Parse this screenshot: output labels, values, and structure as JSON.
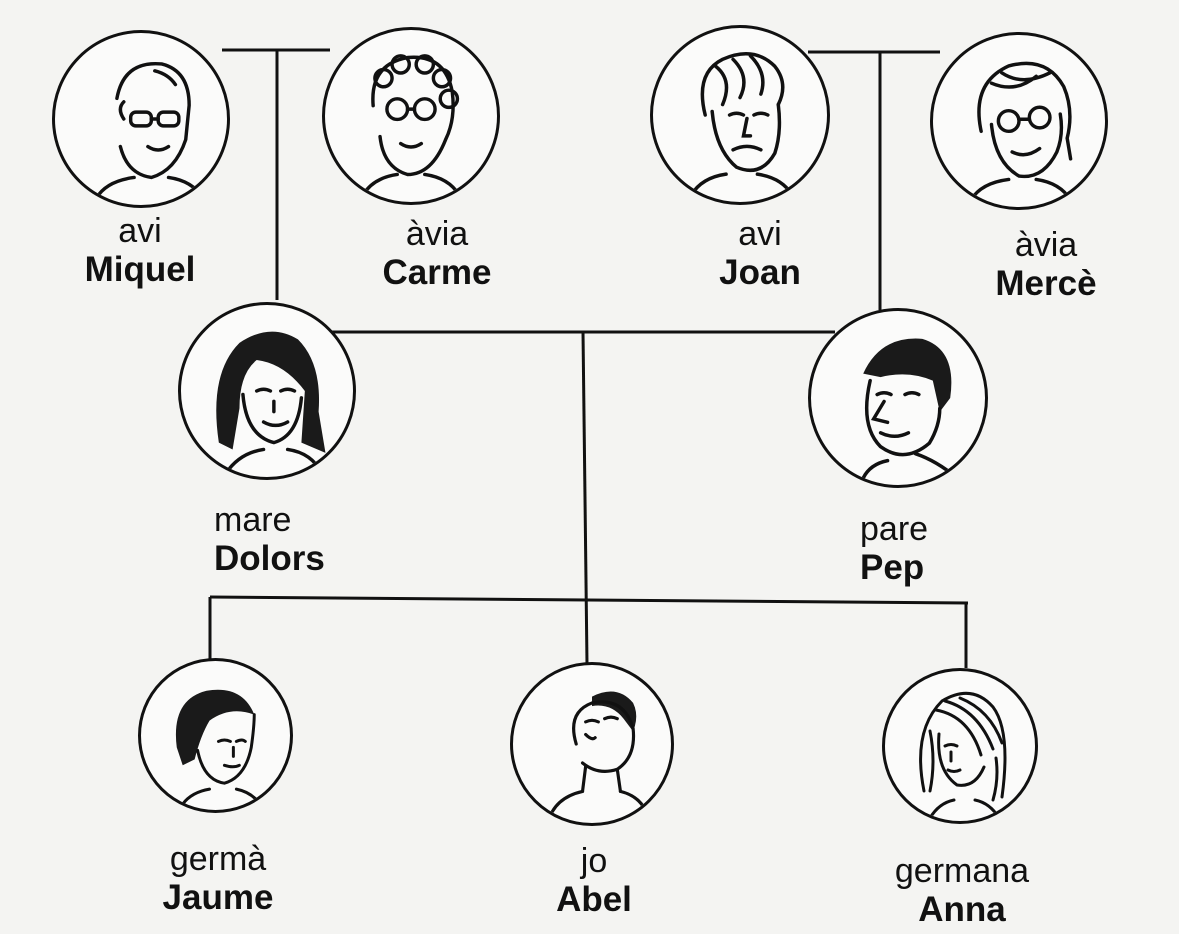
{
  "family_tree": {
    "grandparents": [
      {
        "role": "avi",
        "name": "Miquel",
        "icon": "bald-grandfather-with-glasses-portrait-icon"
      },
      {
        "role": "àvia",
        "name": "Carme",
        "icon": "curly-haired-grandmother-with-glasses-portrait-icon"
      },
      {
        "role": "avi",
        "name": "Joan",
        "icon": "grey-haired-grandfather-portrait-icon"
      },
      {
        "role": "àvia",
        "name": "Mercè",
        "icon": "grandmother-with-glasses-portrait-icon"
      }
    ],
    "parents": [
      {
        "role": "mare",
        "name": "Dolors",
        "icon": "dark-haired-mother-portrait-icon"
      },
      {
        "role": "pare",
        "name": "Pep",
        "icon": "dark-haired-father-portrait-icon"
      }
    ],
    "children": [
      {
        "role": "germà",
        "name": "Jaume",
        "icon": "brother-with-fringe-portrait-icon"
      },
      {
        "role": "jo",
        "name": "Abel",
        "icon": "boy-looking-up-portrait-icon"
      },
      {
        "role": "germana",
        "name": "Anna",
        "icon": "sister-long-hair-portrait-icon"
      }
    ]
  }
}
